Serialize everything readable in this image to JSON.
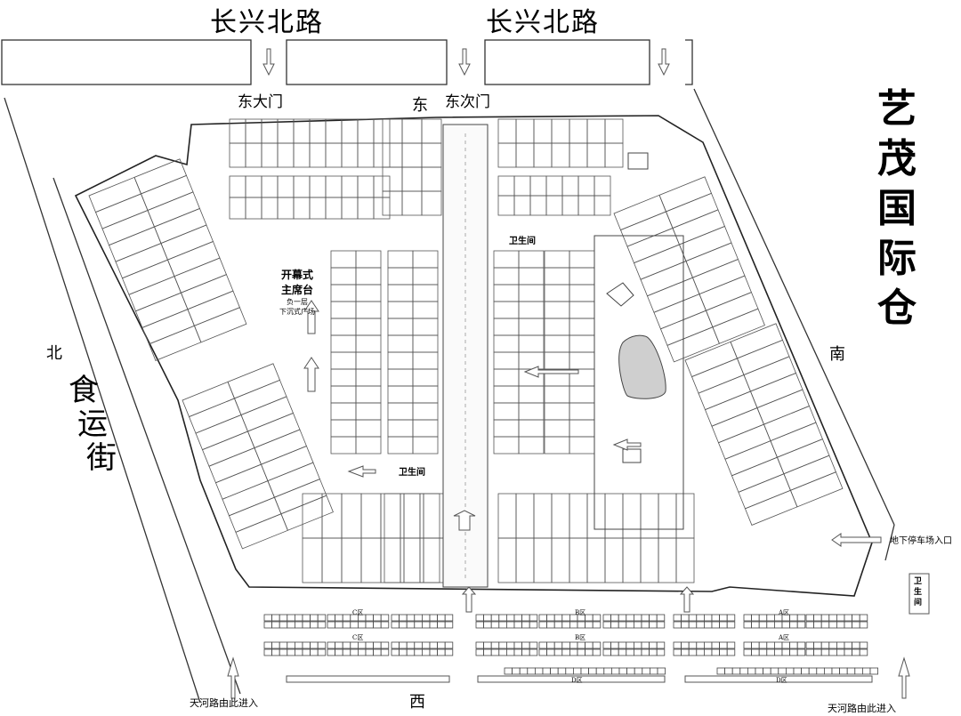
{
  "roads": {
    "top_left": "长兴北路",
    "top_right": "长兴北路",
    "left_street": [
      "食",
      "运",
      "街"
    ],
    "bottom_left_entry": "天河路由此进入",
    "bottom_right_entry": "天河路由此进入",
    "parking_entry": "地下停车场入口"
  },
  "gates": {
    "east_main": "东大门",
    "east_secondary": "东次门"
  },
  "directions": {
    "east": "东",
    "west": "西",
    "south": "南",
    "north": "北"
  },
  "brand": [
    "艺",
    "茂",
    "国",
    "际",
    "仓"
  ],
  "stage": {
    "line1": "开幕式",
    "line2": "主席台",
    "line3": "负一层",
    "line4": "下沉式广场"
  },
  "toilets": {
    "top": "卫生间",
    "middle": "卫生间",
    "side": "卫生间"
  },
  "zones": {
    "c_upper": "C区",
    "c_lower": "C区",
    "b_upper": "B区",
    "b_lower": "B区",
    "a_upper": "A区",
    "a_lower": "A区",
    "d_left": "D区",
    "d_right": "D区"
  },
  "line_color": "#3a3a3a"
}
